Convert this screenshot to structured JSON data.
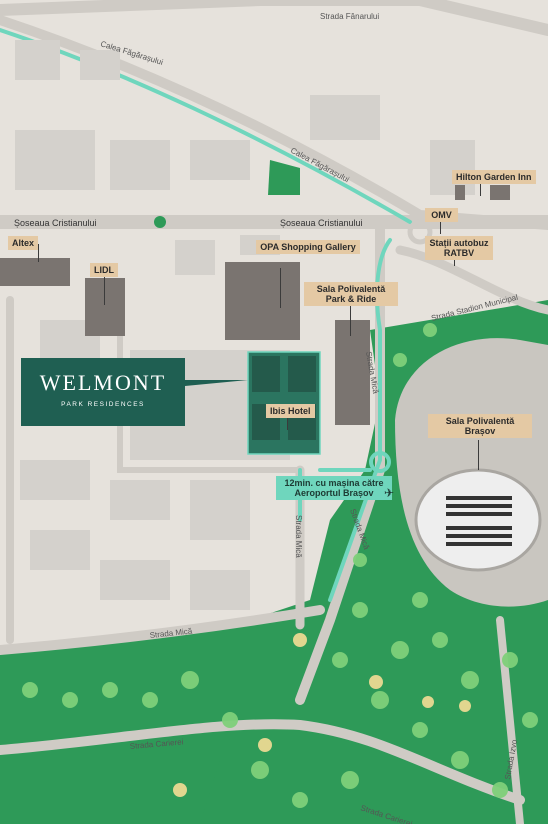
{
  "streets": {
    "fanarului": "Strada Fânarului",
    "calea_fagarasului_1": "Calea Făgărașului",
    "calea_fagarasului_2": "Calea Făgărașului",
    "soseaua_cristianului_1": "Șoseaua Cristianului",
    "soseaua_cristianului_2": "Șoseaua Cristianului",
    "stadion_municipal": "Strada Stadion Municipal",
    "mica_1": "Strada Mică",
    "mica_2": "Strada Mică",
    "mica_3": "Strada Mică",
    "mica_4": "Strada Mică",
    "carierei_1": "Strada Carierei",
    "carierei_2": "Strada Carierei",
    "right_edge": "Strada Izvo"
  },
  "places": {
    "hilton": "Hilton Garden Inn",
    "omv": "OMV",
    "bus": "Stații autobuz RATBV",
    "altex": "Altex",
    "lidl": "LIDL",
    "opa": "OPA Shopping Gallery",
    "sala_park": "Sala Polivalentă Park & Ride",
    "ibis": "Ibis Hotel",
    "sala_brasov": "Sala Polivalentă Brașov",
    "airport": "12min. cu mașina către Aeroportul Brașov"
  },
  "logo": {
    "brand": "WELMONT",
    "sub": "PARK RESIDENCES"
  },
  "colors": {
    "ground": "#e6e2dc",
    "road": "#cfcbc5",
    "building": "#d4d1cc",
    "dark_building": "#7a7470",
    "park": "#2e9a58",
    "mint": "#6fd6bd",
    "logo_bg": "#1f5f52",
    "callout": "#e4c9a4"
  }
}
